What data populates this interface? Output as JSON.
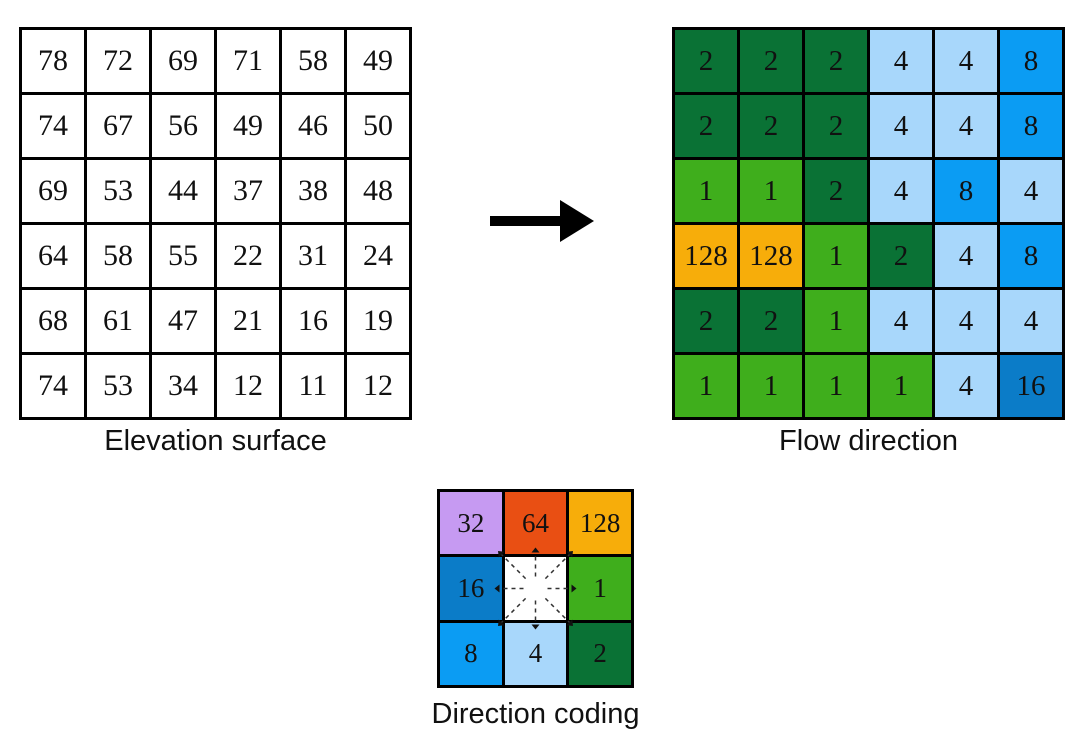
{
  "colors": {
    "1": "#3fae1c",
    "2": "#0a7235",
    "4": "#a8d7fb",
    "8": "#0b9cf3",
    "16": "#0b7cc8",
    "32": "#c69af2",
    "64": "#e94f13",
    "128": "#f7ad0a",
    "center": "#ffffff",
    "elevation_cell": "#ffffff",
    "grid_lines": "#000000"
  },
  "elevation": {
    "label": "Elevation surface",
    "rows": [
      [
        "78",
        "72",
        "69",
        "71",
        "58",
        "49"
      ],
      [
        "74",
        "67",
        "56",
        "49",
        "46",
        "50"
      ],
      [
        "69",
        "53",
        "44",
        "37",
        "38",
        "48"
      ],
      [
        "64",
        "58",
        "55",
        "22",
        "31",
        "24"
      ],
      [
        "68",
        "61",
        "47",
        "21",
        "16",
        "19"
      ],
      [
        "74",
        "53",
        "34",
        "12",
        "11",
        "12"
      ]
    ]
  },
  "flow": {
    "label": "Flow direction",
    "rows": [
      [
        "2",
        "2",
        "2",
        "4",
        "4",
        "8"
      ],
      [
        "2",
        "2",
        "2",
        "4",
        "4",
        "8"
      ],
      [
        "1",
        "1",
        "2",
        "4",
        "8",
        "4"
      ],
      [
        "128",
        "128",
        "1",
        "2",
        "4",
        "8"
      ],
      [
        "2",
        "2",
        "1",
        "4",
        "4",
        "4"
      ],
      [
        "1",
        "1",
        "1",
        "1",
        "4",
        "16"
      ]
    ]
  },
  "coding": {
    "label": "Direction coding",
    "rows": [
      [
        "32",
        "64",
        "128"
      ],
      [
        "16",
        "",
        "1"
      ],
      [
        "8",
        "4",
        "2"
      ]
    ]
  },
  "arrow_icon": "right-arrow"
}
